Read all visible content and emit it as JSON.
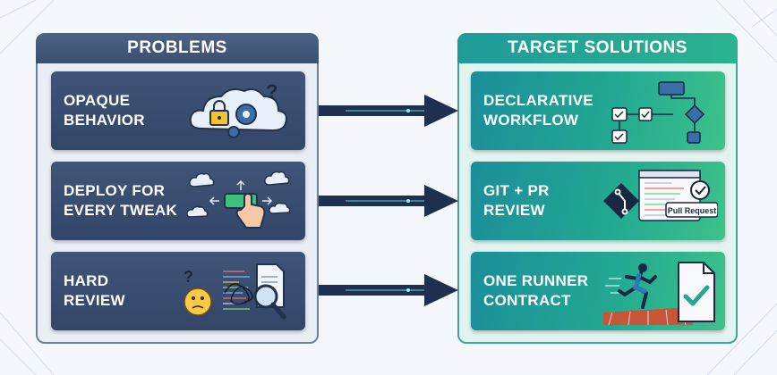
{
  "left_panel": {
    "title": "PROBLEMS"
  },
  "right_panel": {
    "title": "TARGET SOLUTIONS"
  },
  "problems": [
    {
      "title": "OPAQUE\nBEHAVIOR",
      "icon": "cloud-lock-gear-icon"
    },
    {
      "title": "DEPLOY FOR\nEVERY TWEAK",
      "icon": "cloud-deploy-click-icon"
    },
    {
      "title": "HARD\nREVIEW",
      "icon": "confused-code-review-icon"
    }
  ],
  "solutions": [
    {
      "title": "DECLARATIVE\nWORKFLOW",
      "icon": "flowchart-icon"
    },
    {
      "title": "GIT + PR\nREVIEW",
      "icon": "git-pull-request-icon",
      "badge": "Pull Request"
    },
    {
      "title": "ONE RUNNER\nCONTRACT",
      "icon": "runner-contract-icon"
    }
  ],
  "colors": {
    "problem_card": "#3a4e70",
    "solution_card": "#22a891",
    "arrow": "#1f2f4f"
  }
}
